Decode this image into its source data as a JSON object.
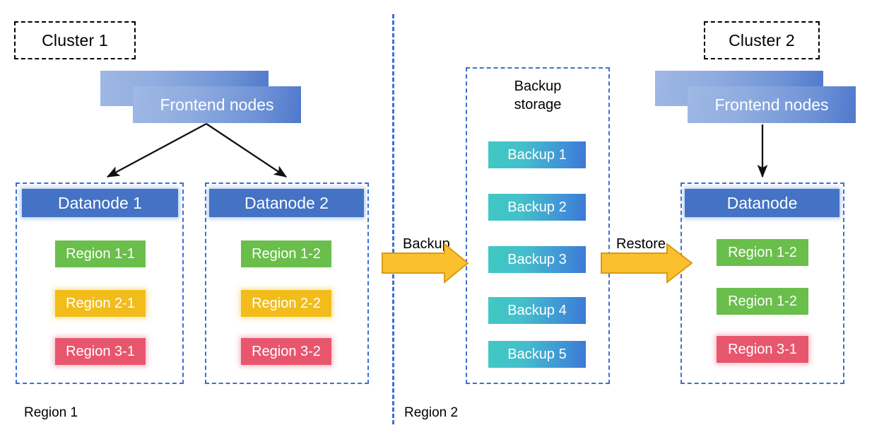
{
  "diagram": {
    "title_hidden": "",
    "clusters": [
      {
        "label": "Cluster 1"
      },
      {
        "label": "Cluster 2"
      }
    ],
    "frontend": {
      "left_label": "Frontend nodes",
      "right_label": "Frontend nodes"
    },
    "cluster1": {
      "datanodes": [
        {
          "name": "Datanode 1",
          "regions": [
            {
              "label": "Region 1-1",
              "color": "#6ABE4B",
              "kind": "green"
            },
            {
              "label": "Region 2-1",
              "color": "#F2BC1B",
              "kind": "yellow"
            },
            {
              "label": "Region 3-1",
              "color": "#E8566E",
              "kind": "red"
            }
          ]
        },
        {
          "name": "Datanode 2",
          "regions": [
            {
              "label": "Region 1-2",
              "color": "#6ABE4B",
              "kind": "green"
            },
            {
              "label": "Region 2-2",
              "color": "#F2BC1B",
              "kind": "yellow"
            },
            {
              "label": "Region 3-2",
              "color": "#E8566E",
              "kind": "red"
            }
          ]
        }
      ]
    },
    "cluster2": {
      "datanodes": [
        {
          "name": "Datanode",
          "regions": [
            {
              "label": "Region 1-2",
              "color": "#6ABE4B",
              "kind": "green"
            },
            {
              "label": "Region 1-2",
              "color": "#6ABE4B",
              "kind": "green"
            },
            {
              "label": "Region 3-1",
              "color": "#E8566E",
              "kind": "red"
            }
          ]
        }
      ]
    },
    "backup_storage": {
      "title": "Backup\nstorage",
      "items": [
        {
          "label": "Backup 1"
        },
        {
          "label": "Backup 2"
        },
        {
          "label": "Backup 3"
        },
        {
          "label": "Backup 4"
        },
        {
          "label": "Backup 5"
        }
      ]
    },
    "flow_arrows": [
      {
        "label": "Backup"
      },
      {
        "label": "Restore"
      }
    ],
    "region_labels": [
      {
        "label": "Region 1"
      },
      {
        "label": "Region 2"
      }
    ],
    "colors": {
      "datanode_blue": "#4472C4",
      "dashed_blue": "#3D6FD4",
      "region_green": "#6ABE4B",
      "region_yellow": "#F2BC1B",
      "region_red": "#E8566E",
      "backup_gradient_start": "#3FC9C3",
      "backup_gradient_end": "#3D78D6",
      "flow_arrow_fill": "#FBC02D",
      "flow_arrow_stroke": "#D99B14",
      "connector_black": "#111111",
      "background": "#FFFFFF"
    }
  }
}
